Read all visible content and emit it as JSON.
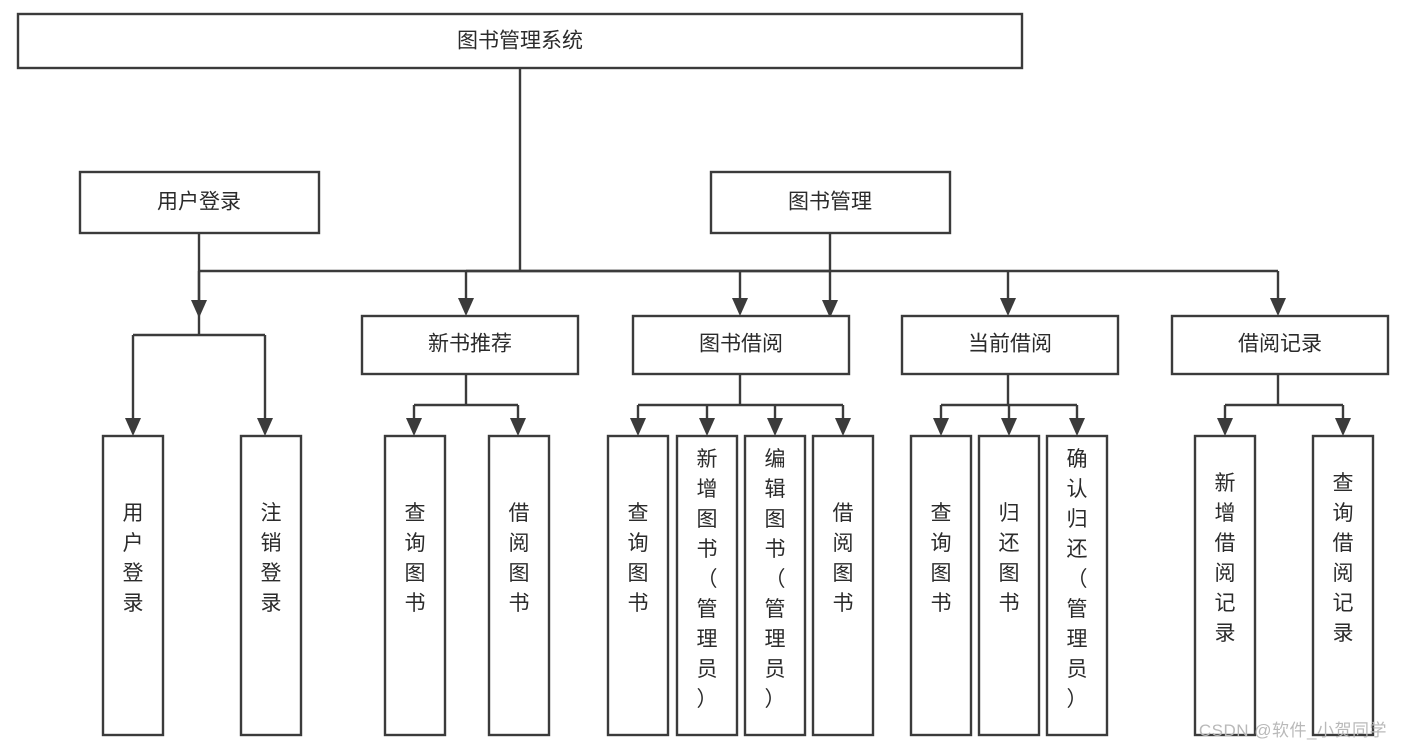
{
  "diagram": {
    "title": "图书管理系统",
    "watermark": "CSDN @软件_小贺同学",
    "orientation": "top-down",
    "levels": 4,
    "colors": {
      "stroke": "#3b3b3b",
      "box_fill": "#ffffff",
      "text": "#2b2b2b",
      "background": "#ffffff",
      "watermark": "#b9b9b9"
    },
    "nodes": {
      "root": {
        "label": "图书管理系统",
        "level": 0,
        "orientation": "horizontal"
      },
      "l1": [
        {
          "id": "user-login",
          "label": "用户登录",
          "level": 1,
          "orientation": "horizontal"
        },
        {
          "id": "book-management",
          "label": "图书管理",
          "level": 1,
          "orientation": "horizontal"
        }
      ],
      "l2": [
        {
          "id": "new-book-recommend",
          "label": "新书推荐",
          "level": 2,
          "orientation": "horizontal"
        },
        {
          "id": "book-borrow",
          "label": "图书借阅",
          "level": 2,
          "orientation": "horizontal"
        },
        {
          "id": "current-borrow",
          "label": "当前借阅",
          "level": 2,
          "orientation": "horizontal"
        },
        {
          "id": "borrow-record",
          "label": "借阅记录",
          "level": 2,
          "orientation": "horizontal"
        }
      ],
      "leaves": [
        {
          "id": "leaf-user-login",
          "label": "用户登录",
          "parent": "user-login",
          "orientation": "vertical"
        },
        {
          "id": "leaf-user-logout",
          "label": "注销登录",
          "parent": "user-login",
          "orientation": "vertical"
        },
        {
          "id": "leaf-query-book-1",
          "label": "查询图书",
          "parent": "new-book-recommend",
          "orientation": "vertical"
        },
        {
          "id": "leaf-borrow-book-1",
          "label": "借阅图书",
          "parent": "new-book-recommend",
          "orientation": "vertical"
        },
        {
          "id": "leaf-query-book-2",
          "label": "查询图书",
          "parent": "book-borrow",
          "orientation": "vertical"
        },
        {
          "id": "leaf-add-book",
          "label": "新增图书（管理员）",
          "parent": "book-borrow",
          "orientation": "vertical"
        },
        {
          "id": "leaf-edit-book",
          "label": "编辑图书（管理员）",
          "parent": "book-borrow",
          "orientation": "vertical"
        },
        {
          "id": "leaf-borrow-book-2",
          "label": "借阅图书",
          "parent": "book-borrow",
          "orientation": "vertical"
        },
        {
          "id": "leaf-query-book-3",
          "label": "查询图书",
          "parent": "current-borrow",
          "orientation": "vertical"
        },
        {
          "id": "leaf-return-book",
          "label": "归还图书",
          "parent": "current-borrow",
          "orientation": "vertical"
        },
        {
          "id": "leaf-confirm-return",
          "label": "确认归还（管理员）",
          "parent": "current-borrow",
          "orientation": "vertical"
        },
        {
          "id": "leaf-add-record",
          "label": "新增借阅记录",
          "parent": "borrow-record",
          "orientation": "vertical"
        },
        {
          "id": "leaf-query-record",
          "label": "查询借阅记录",
          "parent": "borrow-record",
          "orientation": "vertical"
        }
      ]
    }
  }
}
